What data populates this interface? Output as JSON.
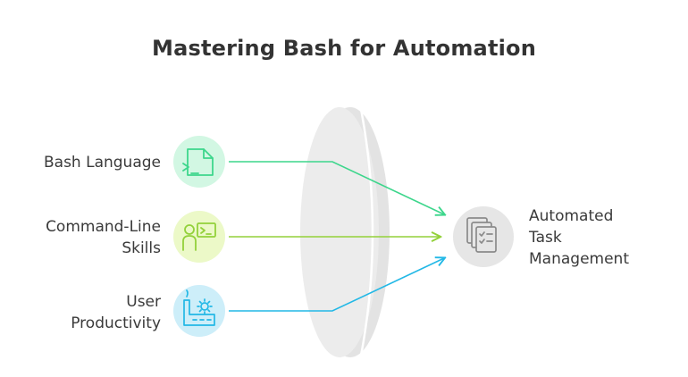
{
  "title": "Mastering Bash for Automation",
  "inputs": [
    {
      "lines": [
        "Bash Language"
      ],
      "icon": "script-terminal-icon",
      "color": "#3dd68c",
      "bg": "#d2f7e3"
    },
    {
      "lines": [
        "Command-Line",
        "Skills"
      ],
      "icon": "user-terminal-icon",
      "color": "#93d13a",
      "bg": "#ecf9c8"
    },
    {
      "lines": [
        "User",
        "Productivity"
      ],
      "icon": "factory-gear-icon",
      "color": "#22b8e6",
      "bg": "#cdeef9"
    }
  ],
  "output": {
    "lines": [
      "Automated",
      "Task",
      "Management"
    ],
    "icon": "checklist-documents-icon",
    "bg": "#e6e6e6"
  },
  "lens_color": "#dcdcdc"
}
